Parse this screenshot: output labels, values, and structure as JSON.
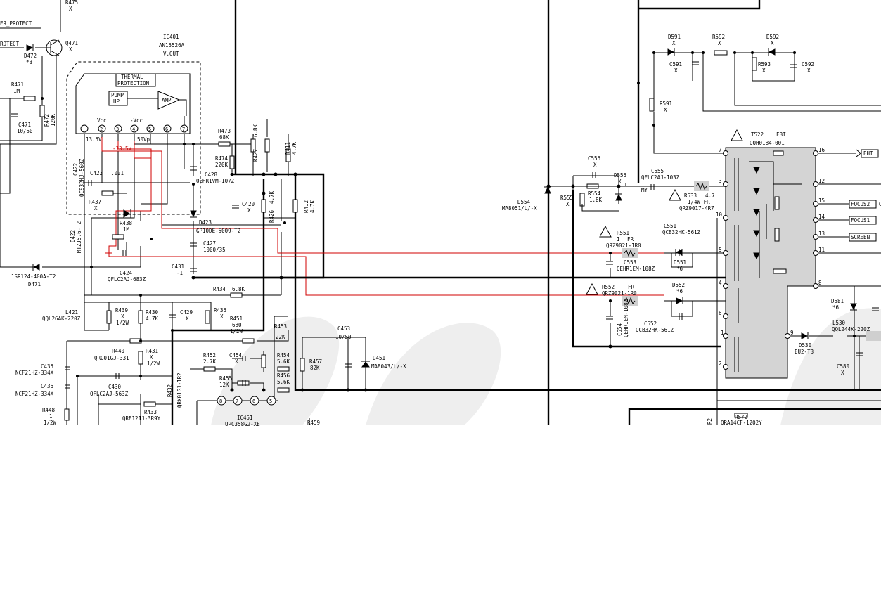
{
  "labels": {
    "r475": "R475",
    "r475_val": "X",
    "er_protect": "ER_PROTECT",
    "rotect": "ROTECT",
    "d472": "D472",
    "d472_val": "*3",
    "q471": "Q471",
    "q471_val": "X",
    "ic401": "IC401",
    "ic401_part": "AN15526A",
    "ic401_func": "V.OUT",
    "thermal1": "THERMAL",
    "thermal2": "PROTECTION",
    "pump1": "PUMP",
    "pump2": "UP",
    "amp": "AMP",
    "vcc": "Vcc",
    "mvcc": "-Vcc",
    "v135": "13.5V",
    "vm135": "-13.5V",
    "v50vp": "50Vp",
    "r471": "R471",
    "r471_val": "1M",
    "r472": "R472",
    "r472_val": "120K",
    "c471": "C471",
    "c471_val": "10/50",
    "r473": "R473",
    "r473_val": "68K",
    "r474": "R474",
    "r474_val": "220K",
    "r427": "R427",
    "r427_val": "6.8K",
    "r411": "R411",
    "r411_val": "4.7K",
    "c428": "C428",
    "c428_part": "QEHR1VM-107Z",
    "c422": "C422",
    "c422_part": "QCS32HJ-560Z",
    "c423": "C423",
    "c423_val": ".001",
    "r437": "R437",
    "r437_val": "X",
    "r438": "R438",
    "r438_val": "1M",
    "d422": "D422",
    "d422_part": "MTZJ5.6-T2",
    "c420": "C420",
    "c420_val": "X",
    "r426": "R426",
    "r426_val": "4.7K",
    "r412": "R412",
    "r412_val": "4.7K",
    "d423": "D423",
    "d423_part": "GP10DE-5009-T2",
    "c427": "C427",
    "c427_val": "1000/35",
    "c424": "C424",
    "c424_part": "QFLC2AJ-683Z",
    "c431": "C431",
    "c431_val": "-1",
    "d471": "D471",
    "d471_part": "1SR124-400A-T2",
    "r434": "R434",
    "r434_val": "6.8K",
    "l421": "L421",
    "l421_part": "QQL26AK-220Z",
    "r439": "R439",
    "r439_v1": "X",
    "r439_v2": "1/2W",
    "r430": "R430",
    "r430_val": "4.7K",
    "c429": "C429",
    "c429_val": "X",
    "r435": "R435",
    "r435_val": "X",
    "r451": "R451",
    "r451_v1": "680",
    "r451_v2": "1/2W",
    "r453": "R453",
    "r453_val": "22K",
    "c453": "C453",
    "c453_val": "10/50",
    "d451": "D451",
    "d451_part": "MA8043/L/-X",
    "r440": "R440",
    "r440_part": "QRG01GJ-331",
    "r431": "R431",
    "r431_v1": "X",
    "r431_v2": "1/2W",
    "c435": "C435",
    "c435_part": "NCF21HZ-334X",
    "c436": "C436",
    "c436_part": "NCF21HZ-334X",
    "c430": "C430",
    "c430_part": "QFLC2AJ-563Z",
    "r432": "R432",
    "r432_part": "QRX01GJ-1R2",
    "r448": "R448",
    "r448_v1": "1",
    "r448_v2": "1/2W",
    "r433": "R433",
    "r433_part": "QRE121J-3R9Y",
    "r452": "R452",
    "r452_val": "2.7K",
    "c454": "C454",
    "c454_val": "X",
    "r454": "R454",
    "r454_val": "5.6K",
    "r456": "R456",
    "r456_val": "5.6K",
    "r457": "R457",
    "r457_val": "82K",
    "r455": "R455",
    "r455_val": "12K",
    "ic451": "IC451",
    "ic451_part": "UPC358G2-XE",
    "r459": "R459",
    "pin8": "8",
    "pin7": "7",
    "pin6": "6",
    "pin5": "5",
    "ic_p1": "1",
    "ic_p2": "2",
    "ic_p3": "3",
    "ic_p4": "4",
    "ic_p5": "5",
    "ic_p6": "6",
    "ic_p7": "7",
    "c556": "C556",
    "c556_val": "X",
    "d555": "D555",
    "d555_val": "X",
    "c555": "C555",
    "c555_part": "QFLC2AJ-103Z",
    "r555": "R555",
    "r555_val": "X",
    "r554": "R554",
    "r554_val": "1.8K",
    "d554": "D554",
    "d554_part": "MA8051/L/-X",
    "my": "MY",
    "r533": "R533",
    "r533_v1": "4.7",
    "r533_v2": "1/4W FR",
    "r533_part": "QRZ9017-4R7",
    "t522": "T522",
    "fbt": "FBT",
    "fbt_part": "QQH0184-001",
    "ehv": "EHT",
    "focus2": "FOCUS2",
    "focus1": "FOCUS1",
    "screen": "SCREEN",
    "p7": "7",
    "p16": "16",
    "p3": "3",
    "p12": "12",
    "p15": "15",
    "p14": "14",
    "p10": "10",
    "p13": "13",
    "p5": "5",
    "p11": "11",
    "p4": "4",
    "p8": "8",
    "p6": "6",
    "p1": "1",
    "p9": "9",
    "p2": "2",
    "c551": "C551",
    "c551_part": "QCB32HK-561Z",
    "r551": "R551",
    "r551_v": "1",
    "r551_fr": "FR",
    "r551_part": "QRZ9021-1R0",
    "c553": "C553",
    "c553_part": "QEHR1EM-108Z",
    "d551": "D551",
    "d551_val": "*6",
    "r552": "R552",
    "r552_fr": "FR",
    "r552_part": "QRZ9021-1R0",
    "d552": "D552",
    "d552_val": "*6",
    "c552": "C552",
    "c552_part": "QCB32HK-561Z",
    "c554": "C554",
    "c554_part": "QEHR1EM-108Z",
    "d591": "D591",
    "d591_val": "X",
    "r592": "R592",
    "r592_val": "X",
    "d592": "D592",
    "d592_val": "X",
    "c591": "C591",
    "c591_val": "X",
    "r593": "R593",
    "r593_val": "X",
    "c592": "C592",
    "c592_val": "X",
    "r591": "R591",
    "r591_val": "X",
    "d581": "D581",
    "d581_val": "*6",
    "l530": "L530",
    "l530_part": "QQL244K-220Z",
    "d530": "D530",
    "d530_part": "EU2-T3",
    "c580": "C580",
    "c580_val": "X",
    "r572": "R572",
    "r572_part": "QRA14CF-1202Y",
    "r2": "R2",
    "o_mark": "O"
  }
}
